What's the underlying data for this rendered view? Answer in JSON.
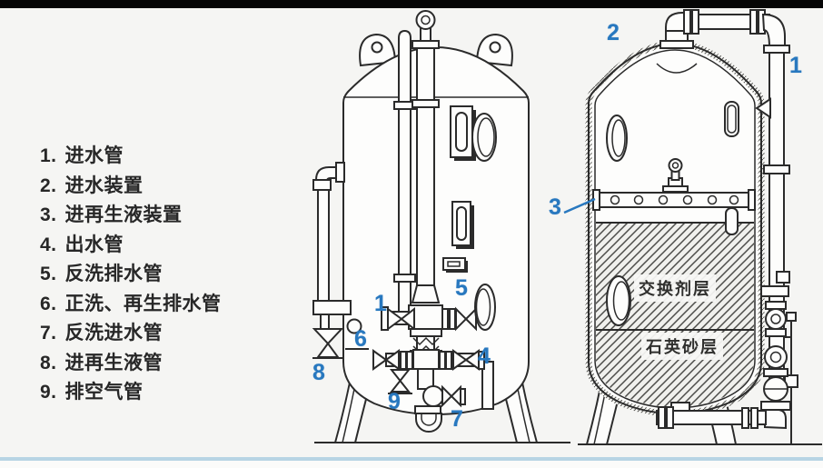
{
  "colors": {
    "callout_blue": "#2878bf",
    "line_dark": "#2b2b2b",
    "background": "#f5f5f3",
    "top_bar": "#060606",
    "bottom_accent": "#b7d4e4"
  },
  "legend": {
    "items": [
      {
        "num": "1.",
        "label": "进水管"
      },
      {
        "num": "2.",
        "label": "进水装置"
      },
      {
        "num": "3.",
        "label": "进再生液装置"
      },
      {
        "num": "4.",
        "label": "出水管"
      },
      {
        "num": "5.",
        "label": "反洗排水管"
      },
      {
        "num": "6.",
        "label": "正洗、再生排水管"
      },
      {
        "num": "7.",
        "label": "反洗进水管"
      },
      {
        "num": "8.",
        "label": "进再生液管"
      },
      {
        "num": "9.",
        "label": "排空气管"
      }
    ]
  },
  "front_view": {
    "callouts": {
      "n1": "1",
      "n4": "4",
      "n5": "5",
      "n6": "6",
      "n7": "7",
      "n8": "8",
      "n9": "9"
    }
  },
  "section_view": {
    "callouts": {
      "n1": "1",
      "n2": "2",
      "n3": "3"
    },
    "layers": {
      "exchange_layer": "交换剂层",
      "sand_layer": "石英砂层"
    }
  }
}
